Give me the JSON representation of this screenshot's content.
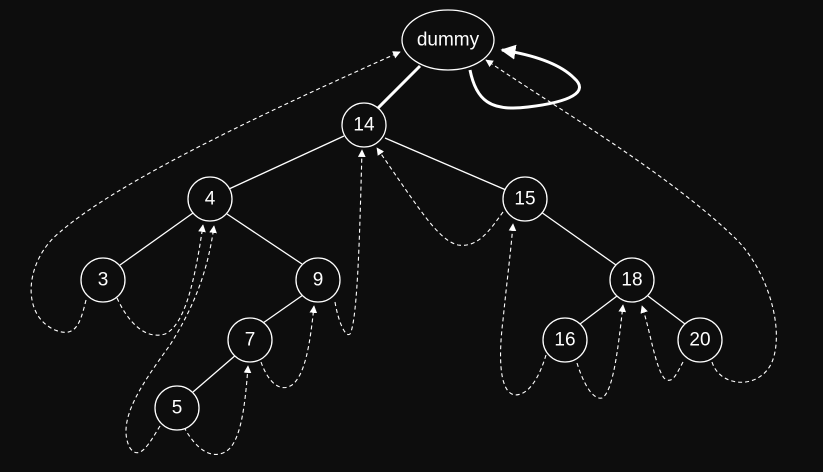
{
  "diagram": {
    "background": "#0d0d0d",
    "stroke_color": "#ffffff",
    "nodes": {
      "dummy": "dummy",
      "n14": "14",
      "n4": "4",
      "n15": "15",
      "n3": "3",
      "n9": "9",
      "n18": "18",
      "n7": "7",
      "n16": "16",
      "n20": "20",
      "n5": "5"
    }
  }
}
